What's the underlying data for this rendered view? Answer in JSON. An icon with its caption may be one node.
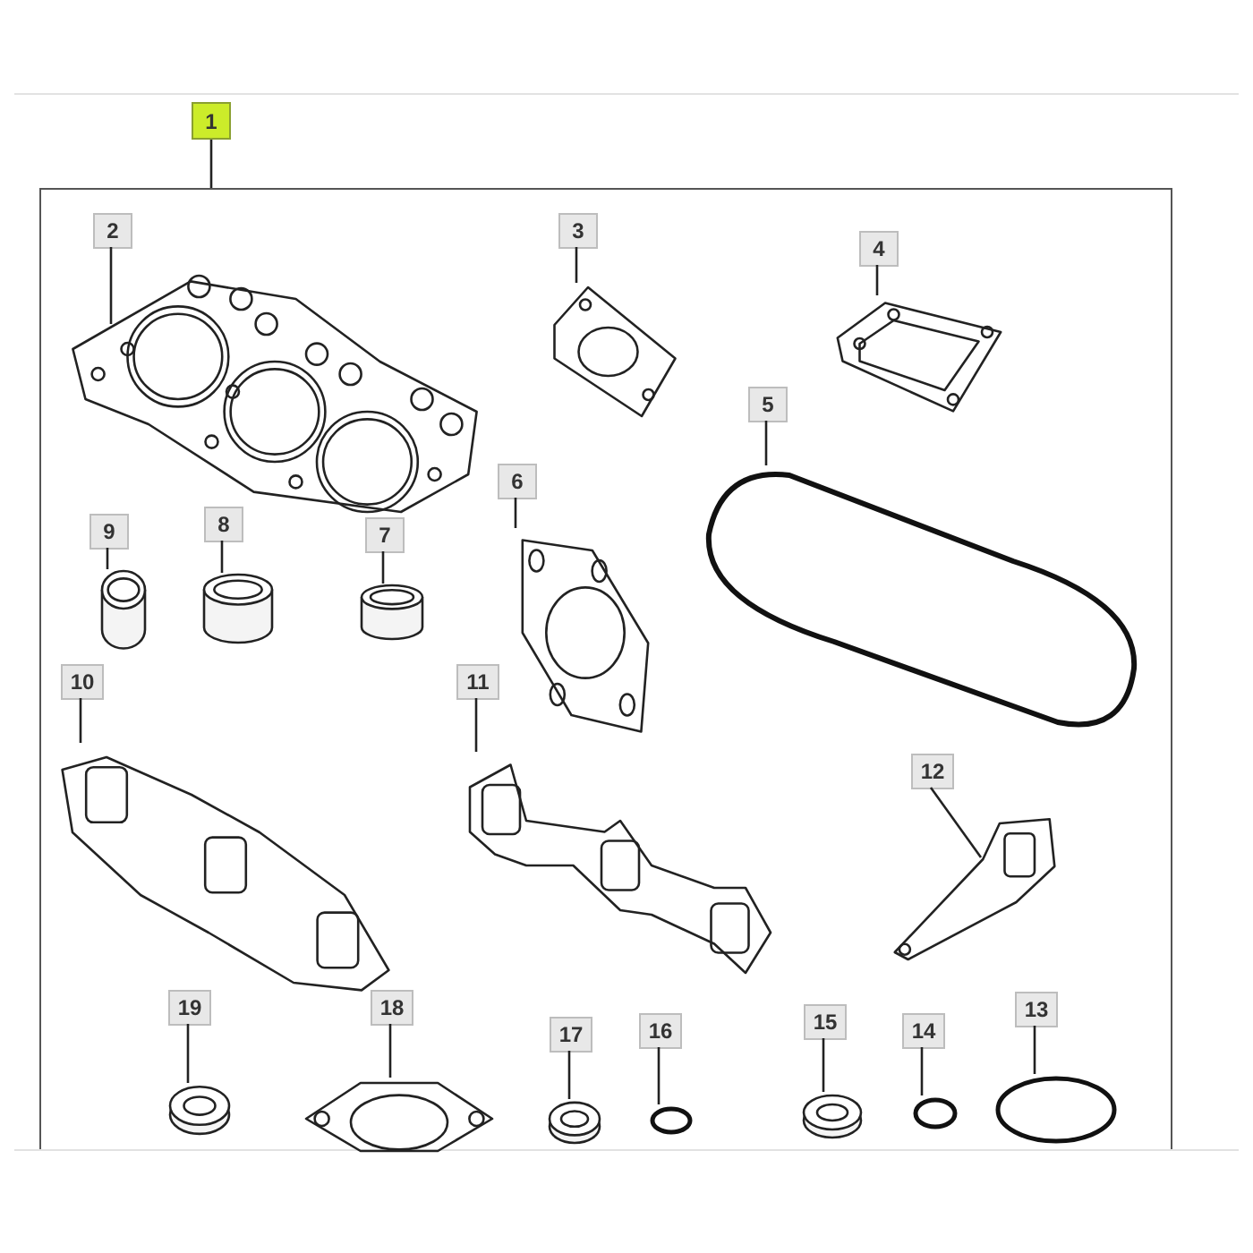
{
  "diagram": {
    "nodes": [
      {
        "text": [
          "1"
        ]
      },
      {
        "text": [],
        "shape": "box"
      },
      {
        "text": [
          "2"
        ],
        "in": 1
      },
      {
        "text": [],
        "shape": "picture",
        "in": 1
      },
      {
        "text": [
          "3"
        ],
        "in": 1
      },
      {
        "text": [],
        "shape": "picture",
        "in": 1
      },
      {
        "text": [
          "4"
        ],
        "in": 1
      },
      {
        "text": [],
        "shape": "picture",
        "in": 1
      },
      {
        "text": [
          "5"
        ],
        "in": 1
      },
      {
        "text": [],
        "shape": "picture",
        "in": 1
      },
      {
        "text": [
          "6"
        ],
        "in": 1
      },
      {
        "text": [],
        "shape": "picture",
        "in": 1
      },
      {
        "text": [
          "9"
        ],
        "in": 1
      },
      {
        "text": [],
        "shape": "cylinder",
        "in": 1
      },
      {
        "text": [
          "8"
        ],
        "in": 1
      },
      {
        "text": [],
        "shape": "cylinder",
        "in": 1
      },
      {
        "text": [
          "7"
        ],
        "in": 1
      },
      {
        "text": [],
        "shape": "cylinder",
        "in": 1
      },
      {
        "text": [
          "10"
        ],
        "in": 1
      },
      {
        "text": [],
        "shape": "picture",
        "in": 1
      },
      {
        "text": [
          "11"
        ],
        "in": 1
      },
      {
        "text": [],
        "shape": "picture",
        "in": 1
      },
      {
        "text": [
          "12"
        ],
        "in": 1
      },
      {
        "text": [],
        "shape": "picture",
        "in": 1
      },
      {
        "text": [
          "19"
        ],
        "in": 1
      },
      {
        "text": [],
        "shape": "picture",
        "in": 1
      },
      {
        "text": [
          "18"
        ],
        "in": 1
      },
      {
        "text": [],
        "shape": "picture",
        "in": 1
      },
      {
        "text": [
          "17"
        ],
        "in": 1
      },
      {
        "text": [],
        "shape": "picture",
        "in": 1
      },
      {
        "text": [
          "16"
        ],
        "in": 1
      },
      {
        "text": [],
        "shape": "circle",
        "in": 1
      },
      {
        "text": [
          "15"
        ],
        "in": 1
      },
      {
        "text": [],
        "shape": "picture",
        "in": 1
      },
      {
        "text": [
          "14"
        ],
        "in": 1
      },
      {
        "text": [],
        "shape": "circle",
        "in": 1
      },
      {
        "text": [
          "13"
        ],
        "in": 1
      },
      {
        "text": [],
        "shape": "circle",
        "in": 1
      }
    ],
    "edges": [
      {
        "from": 0,
        "to": 1,
        "arrow": "none"
      },
      {
        "from": 2,
        "to": 3,
        "arrow": "none"
      },
      {
        "from": 4,
        "to": 5,
        "arrow": "none"
      },
      {
        "from": 6,
        "to": 7,
        "arrow": "none"
      },
      {
        "from": 8,
        "to": 9,
        "arrow": "none"
      },
      {
        "from": 10,
        "to": 11,
        "arrow": "none"
      },
      {
        "from": 12,
        "to": 13,
        "arrow": "none"
      },
      {
        "from": 14,
        "to": 15,
        "arrow": "none"
      },
      {
        "from": 16,
        "to": 17,
        "arrow": "none"
      },
      {
        "from": 18,
        "to": 19,
        "arrow": "none"
      },
      {
        "from": 20,
        "to": 21,
        "arrow": "none"
      },
      {
        "from": 22,
        "to": 23,
        "arrow": "none"
      },
      {
        "from": 24,
        "to": 25,
        "arrow": "none"
      },
      {
        "from": 26,
        "to": 27,
        "arrow": "none"
      },
      {
        "from": 28,
        "to": 29,
        "arrow": "none"
      },
      {
        "from": 30,
        "to": 31,
        "arrow": "none"
      },
      {
        "from": 32,
        "to": 33,
        "arrow": "none"
      },
      {
        "from": 34,
        "to": 35,
        "arrow": "none"
      },
      {
        "from": 36,
        "to": 37,
        "arrow": "none"
      }
    ]
  }
}
